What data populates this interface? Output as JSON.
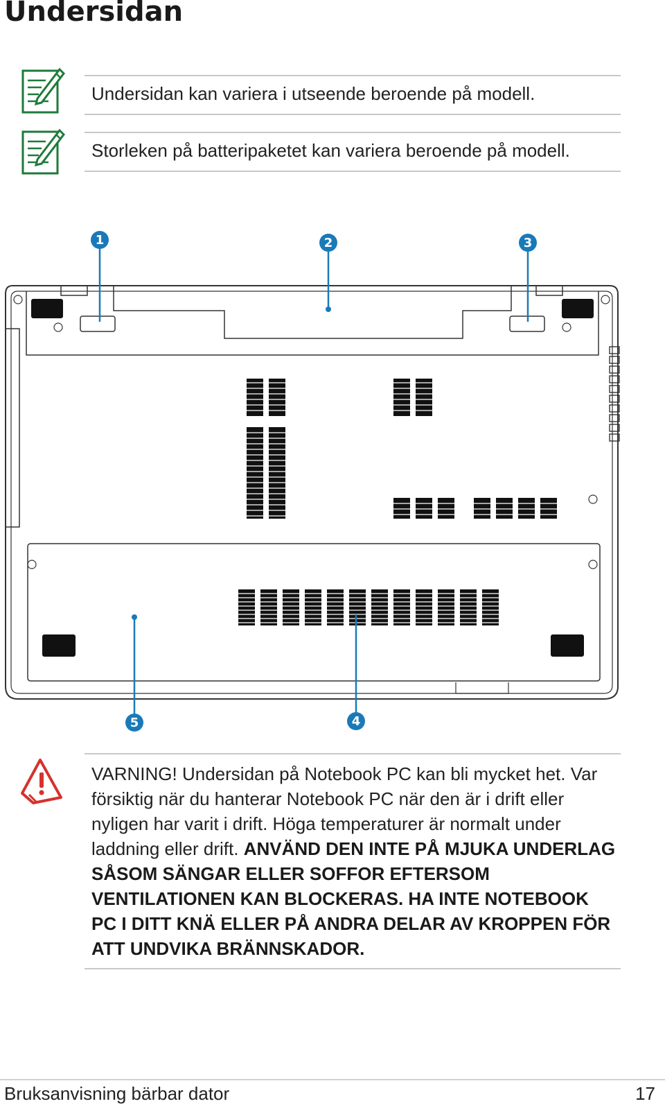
{
  "page": {
    "title": "Undersidan"
  },
  "notes": [
    {
      "icon": "note-pencil-icon",
      "text": "Undersidan kan variera i utseende beroende på modell."
    },
    {
      "icon": "note-pencil-icon",
      "text": "Storleken på batteripaketet kan variera beroende på modell."
    }
  ],
  "diagram": {
    "callouts": [
      "1",
      "2",
      "3",
      "4",
      "5"
    ]
  },
  "warning": {
    "icon": "warning-triangle-icon",
    "normal_text": "VARNING! Undersidan på Notebook PC kan bli mycket het. Var försiktig när du hanterar Notebook PC när den är i drift eller nyligen har varit i drift. Höga temperaturer är normalt under laddning eller drift.",
    "bold_text": "ANVÄND DEN INTE PÅ MJUKA UNDERLAG SÅSOM SÄNGAR ELLER SOFFOR EFTERSOM VENTILATIONEN KAN BLOCKERAS. HA INTE NOTEBOOK PC I DITT KNÄ ELLER PÅ ANDRA DELAR AV KROPPEN FÖR ATT UNDVIKA BRÄNNSKADOR."
  },
  "footer": {
    "left": "Bruksanvisning bärbar dator",
    "page_number": "17"
  },
  "colors": {
    "note_green": "#1e7a3a",
    "callout_blue": "#1a7ab8",
    "warning_red": "#d6322e",
    "rule_gray": "#c8c8c8"
  }
}
